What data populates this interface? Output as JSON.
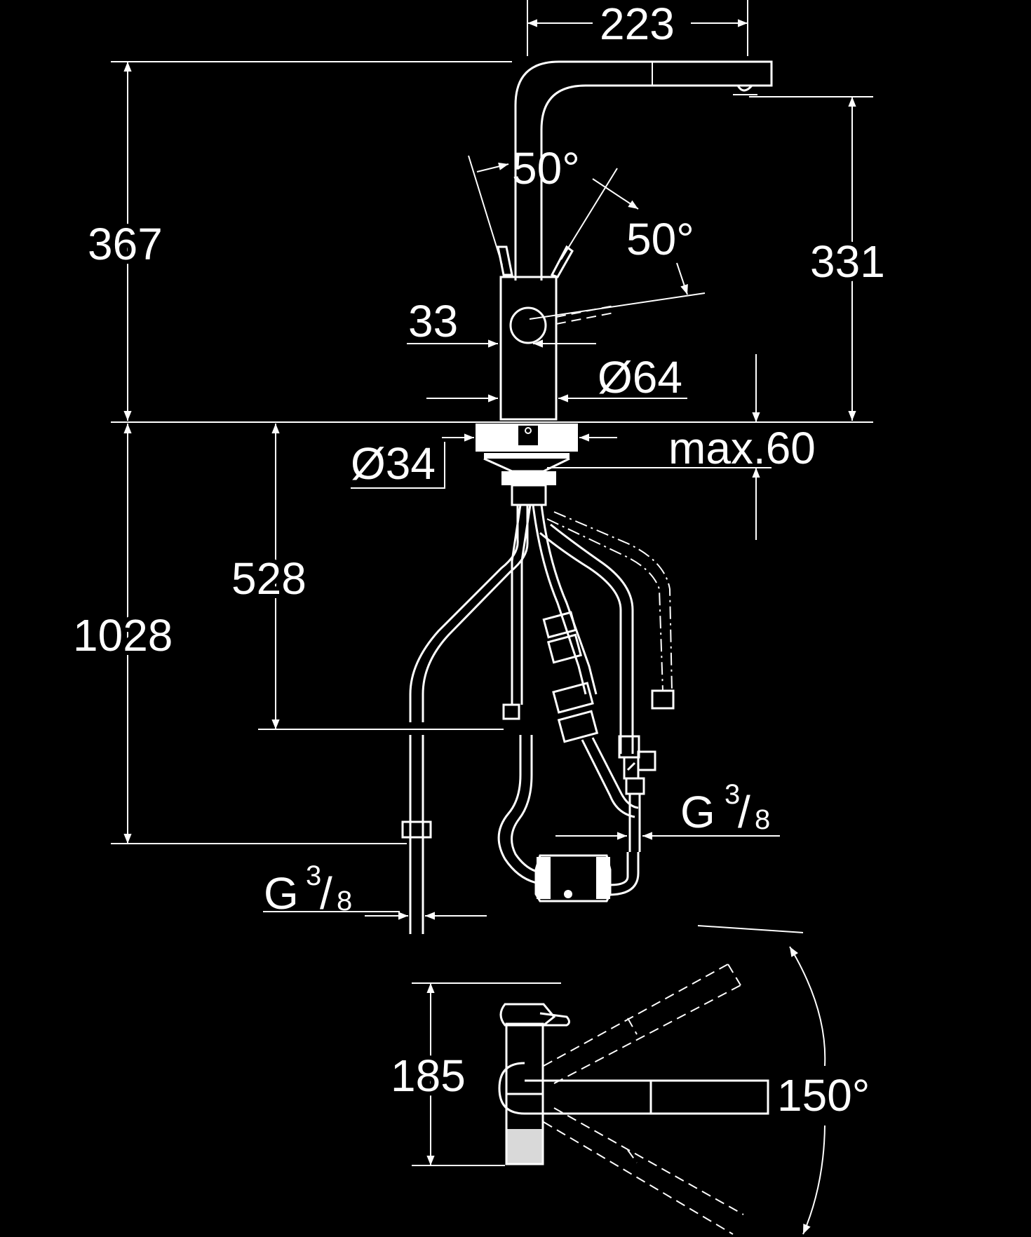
{
  "dimensions": {
    "width_spout": "223",
    "height_total": "367",
    "height_spout": "331",
    "angle_lever_left": "50°",
    "angle_lever_right": "50°",
    "lever_size": "33",
    "body_diameter": "Ø64",
    "hole_diameter": "Ø34",
    "max_thickness": "max.60",
    "hose_length_528": "528",
    "hose_length_1028": "1028",
    "height_185": "185",
    "swivel_angle": "150°"
  },
  "thread_left": {
    "letter": "G",
    "numerator": "3",
    "denominator": "8"
  },
  "thread_right": {
    "letter": "G",
    "numerator": "3",
    "denominator": "8"
  },
  "colors": {
    "background": "#000000",
    "line": "#ffffff"
  }
}
